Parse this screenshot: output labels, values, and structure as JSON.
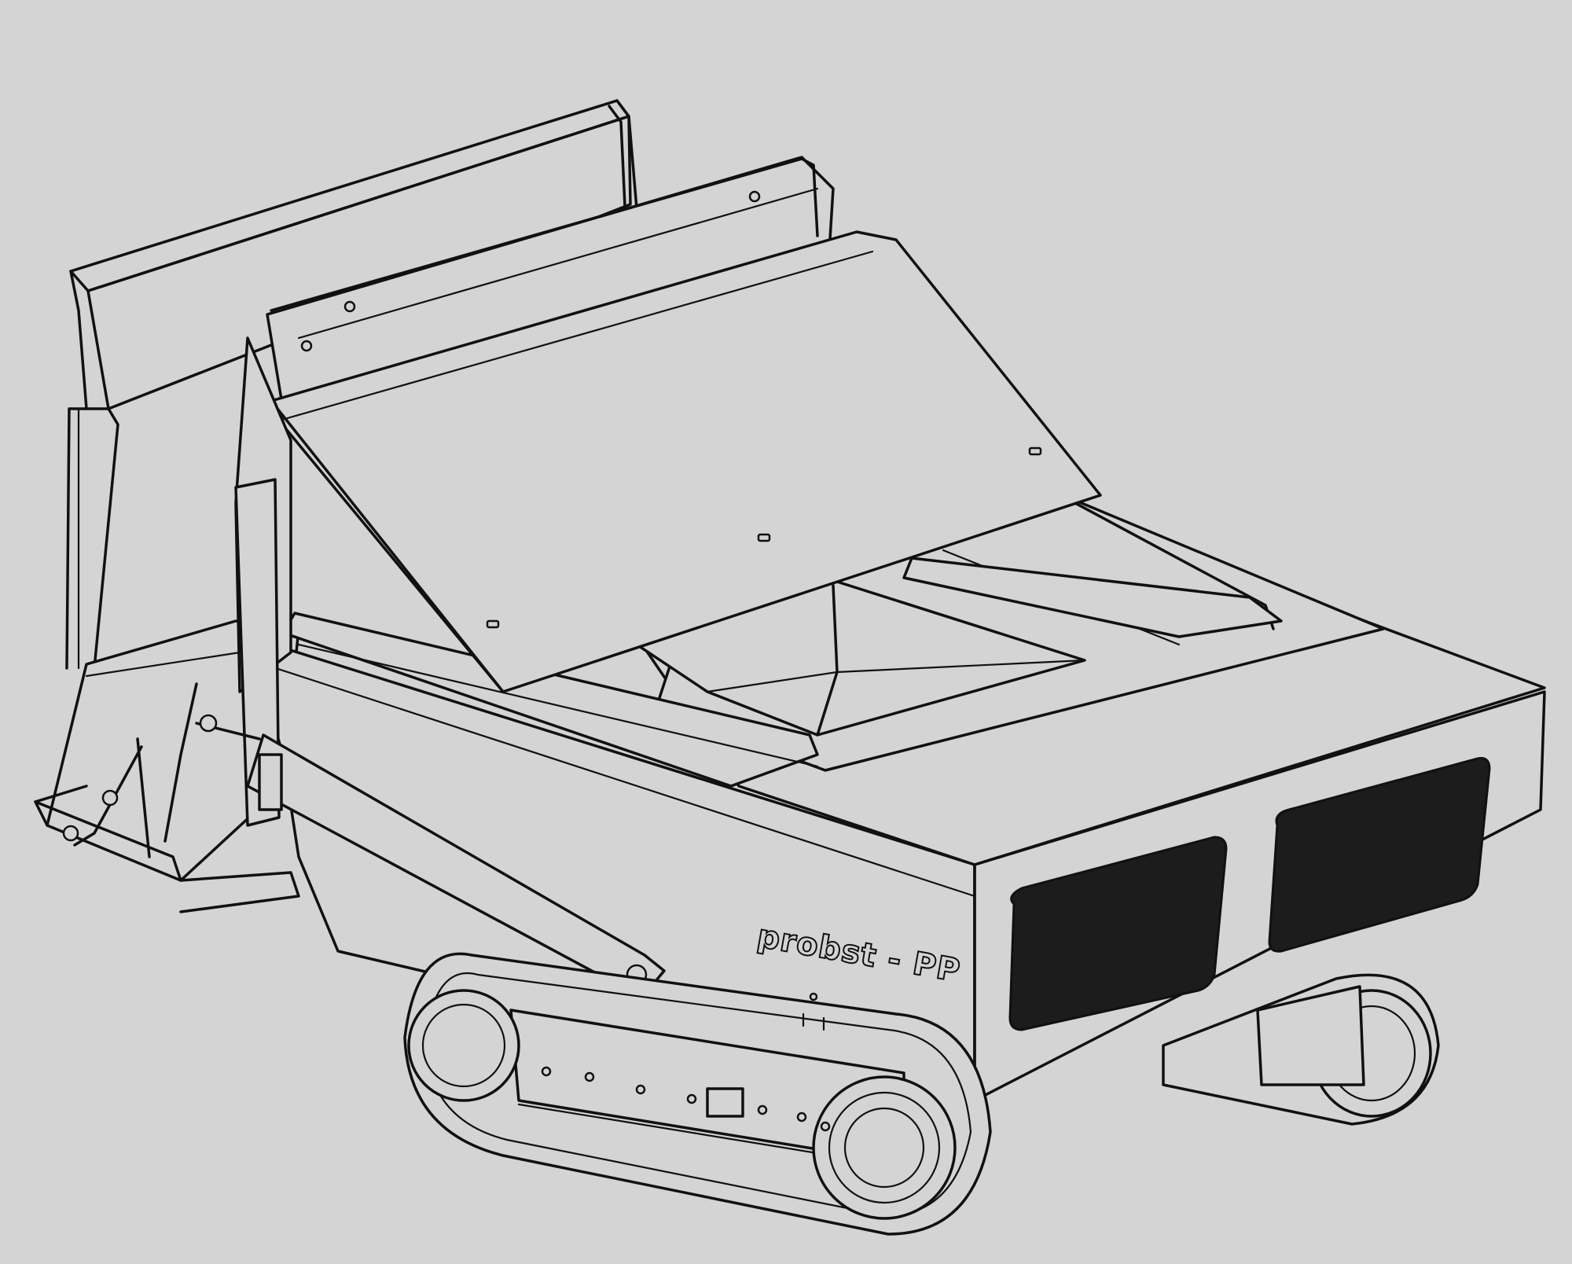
{
  "diagram": {
    "brand_label": "probst - PP",
    "background_color": "#d4d4d4",
    "line_color": "#111111",
    "window_fill_color": "#1c1c1c",
    "chassis_holes": 7,
    "idler_wheel_rings": 3
  }
}
